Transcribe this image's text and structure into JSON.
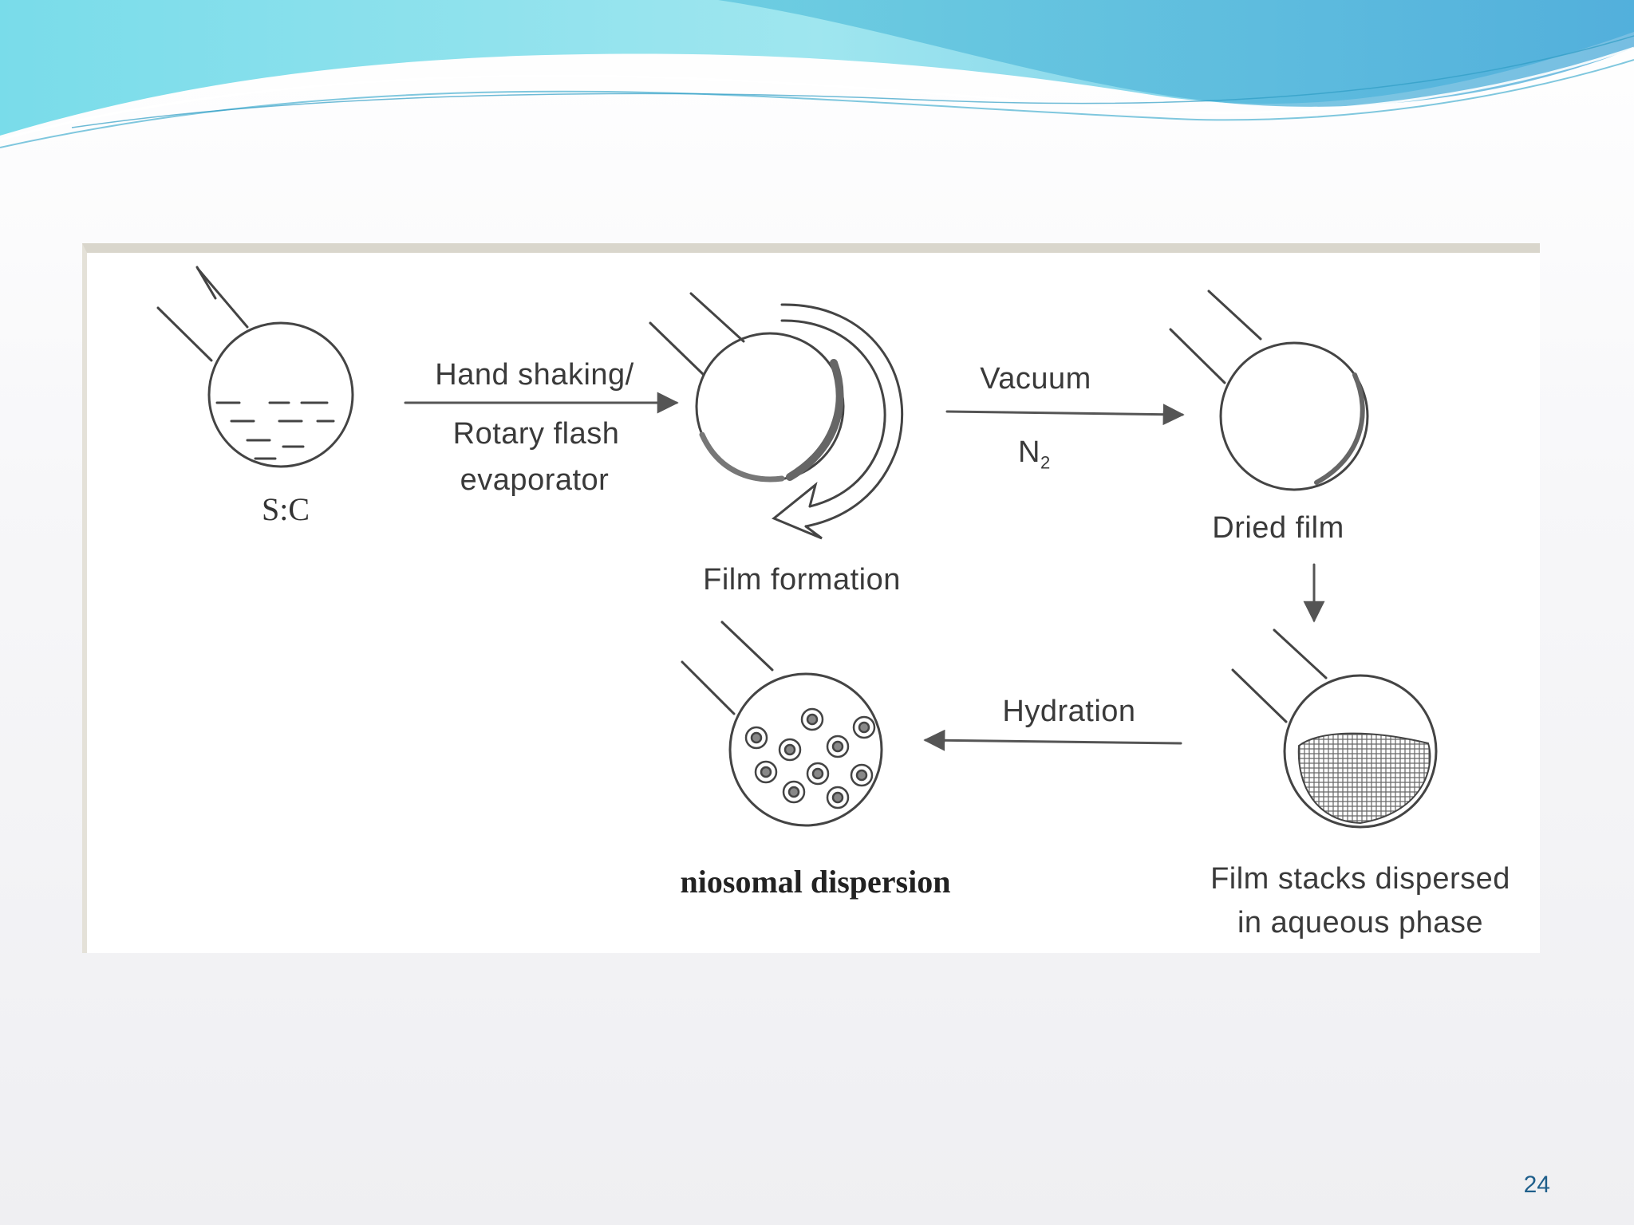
{
  "slide": {
    "page_number": "24",
    "colors": {
      "wave_light": "#8fe3ec",
      "wave_mid": "#6fc7e6",
      "wave_dark": "#3aa6cf",
      "line": "#444444"
    }
  },
  "diagram": {
    "start_label": "S:C",
    "step1_label_line1": "Hand shaking/",
    "step1_label_line2": "Rotary flash",
    "step1_label_line3": "evaporator",
    "film_formation_label": "Film formation",
    "step2_label_vacuum": "Vacuum",
    "step2_label_n2": "N",
    "step2_label_n2_sub": "2",
    "dried_film_label": "Dried film",
    "film_stacks_line1": "Film stacks dispersed",
    "film_stacks_line2": "in aqueous phase",
    "hydration_label": "Hydration",
    "niosomal_label": "niosomal dispersion"
  }
}
